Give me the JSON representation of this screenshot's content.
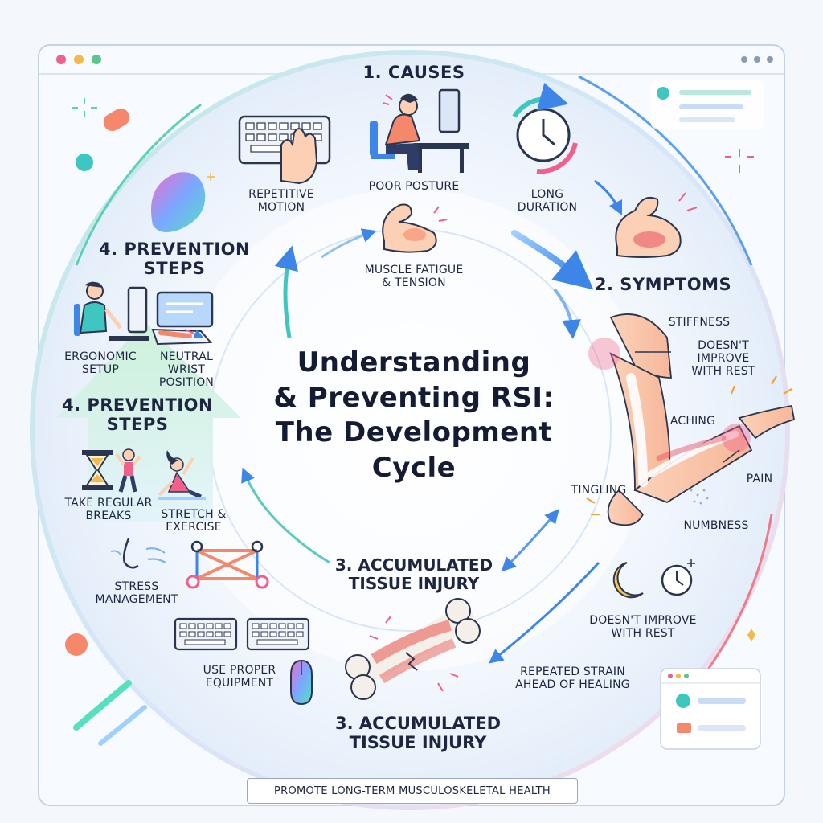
{
  "title": [
    "Understanding",
    "& Preventing RSI:",
    "The Development",
    "Cycle"
  ],
  "causes": {
    "heading": "1. Causes",
    "items": {
      "repetitive": [
        "Repetitive",
        "Motion"
      ],
      "posture": "Poor Posture",
      "duration": [
        "Long",
        "Duration"
      ],
      "fatigue": [
        "Muscle Fatigue",
        "& Tension"
      ]
    }
  },
  "symptoms": {
    "heading": "2. Symptoms",
    "items": {
      "stiffness": "Stiffness",
      "no_improve": [
        "Doesn't",
        "Improve",
        "With Rest"
      ],
      "aching": "Aching",
      "pain": "Pain",
      "tingling": "Tingling",
      "numbness": "Numbness"
    }
  },
  "injury": {
    "heading": [
      "3. Accumulated",
      "Tissue Injury"
    ],
    "heading_inner": [
      "3. Accumulated",
      "Tissue Injury"
    ],
    "items": {
      "no_improve": [
        "Doesn't Improve",
        "With Rest"
      ],
      "strain": [
        "Repeated Strain",
        "Ahead of Healing"
      ]
    }
  },
  "prevention": {
    "heading": [
      "4. Prevention",
      "Steps"
    ],
    "heading_arrow": [
      "4. Prevention",
      "Steps"
    ],
    "items": {
      "ergonomic": [
        "Ergonomic",
        "Setup"
      ],
      "wrist": [
        "Neutral",
        "Wrist",
        "Position"
      ],
      "breaks": [
        "Take Regular",
        "Breaks"
      ],
      "stretch": [
        "Stretch &",
        "Exercise"
      ],
      "stress": [
        "Stress",
        "Management"
      ],
      "equipment": [
        "Use Proper",
        "Equipment"
      ]
    }
  },
  "footer": "Promote Long-Term Musculoskeletal Health",
  "colors": {
    "accent_blue": "#3d86e8",
    "accent_teal": "#3ec6c0",
    "accent_pink": "#f0608a",
    "accent_green": "#7ee0a0",
    "ink": "#17223b"
  },
  "icons": [
    "keyboard-icon",
    "person-at-desk-icon",
    "clock-cycle-icon",
    "flexed-arm-icon",
    "arm-pain-icon",
    "moon-clock-icon",
    "bone-injury-icon",
    "ergonomic-desk-icon",
    "wrist-monitor-icon",
    "hourglass-icon",
    "yoga-icon",
    "breath-icon",
    "resistance-band-icon",
    "keyboard-pair-icon",
    "mouse-icon",
    "browser-window-icon"
  ]
}
